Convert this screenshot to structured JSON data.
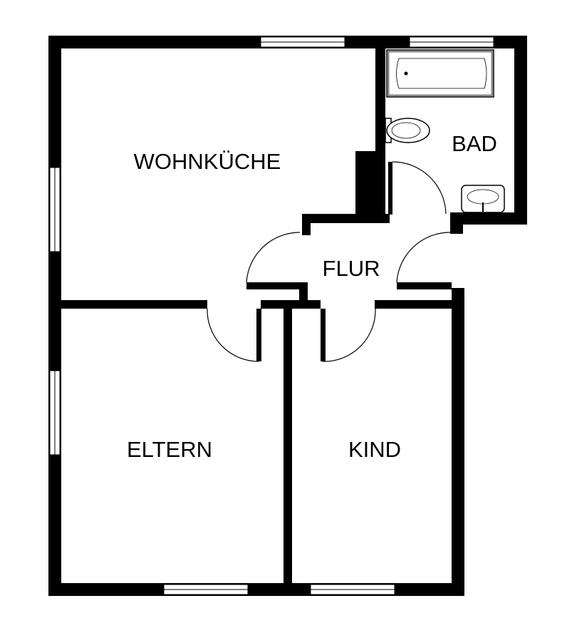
{
  "plan": {
    "rooms": [
      {
        "key": "wohnkueche",
        "label": "WOHNKÜCHE"
      },
      {
        "key": "bad",
        "label": "BAD"
      },
      {
        "key": "flur",
        "label": "FLUR"
      },
      {
        "key": "eltern",
        "label": "ELTERN"
      },
      {
        "key": "kind",
        "label": "KIND"
      }
    ],
    "colors": {
      "wall": "#000000",
      "background": "#ffffff"
    },
    "fixtures": [
      "bathtub-icon",
      "toilet-icon",
      "washbasin-icon"
    ]
  }
}
